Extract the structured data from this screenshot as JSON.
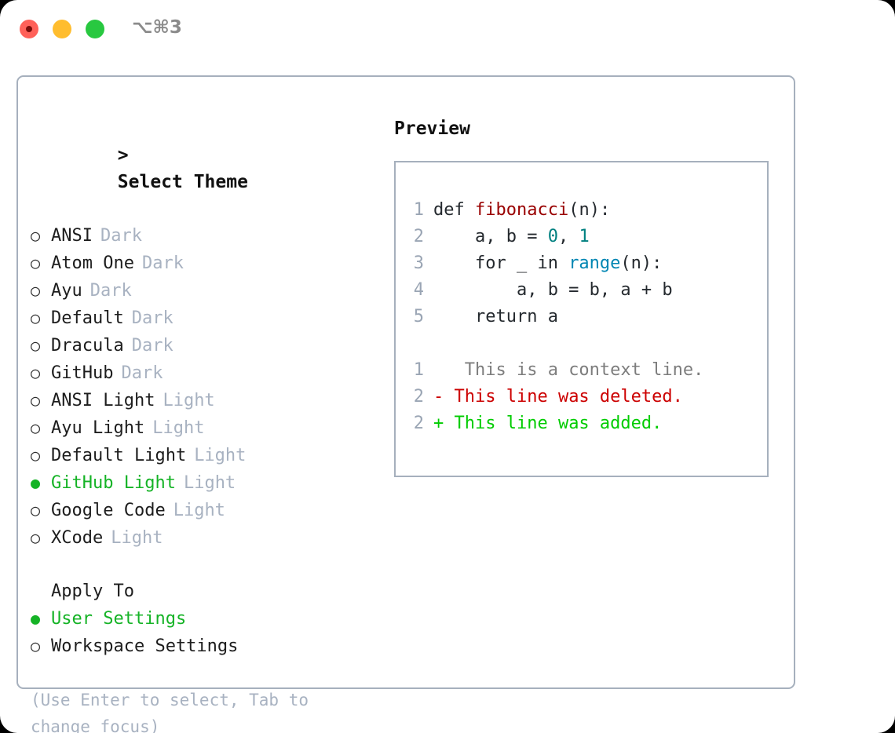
{
  "titlebar": {
    "shortcut": "⌥⌘3",
    "buttons": [
      {
        "name": "close",
        "color": "#ff6159"
      },
      {
        "name": "minimize",
        "color": "#ffbd2e"
      },
      {
        "name": "zoom",
        "color": "#28c840"
      }
    ]
  },
  "colors": {
    "accent_selected": "#15b326",
    "muted": "#a8b2c1",
    "border": "#a6b0bd",
    "text": "#1d1d1d",
    "diff_add": "#00cc00",
    "diff_del": "#cc0000",
    "diff_ctx": "#7d7d7d",
    "syntax_function": "#990000",
    "syntax_number": "#008080",
    "syntax_call": "#0086b3"
  },
  "theme_panel": {
    "header_prefix": ">",
    "header": "Select Theme",
    "bullet_selected": "●",
    "bullet_unselected": "○",
    "items": [
      {
        "label": "ANSI",
        "kind": "Dark",
        "selected": false
      },
      {
        "label": "Atom One",
        "kind": "Dark",
        "selected": false
      },
      {
        "label": "Ayu",
        "kind": "Dark",
        "selected": false
      },
      {
        "label": "Default",
        "kind": "Dark",
        "selected": false
      },
      {
        "label": "Dracula",
        "kind": "Dark",
        "selected": false
      },
      {
        "label": "GitHub",
        "kind": "Dark",
        "selected": false
      },
      {
        "label": "ANSI Light",
        "kind": "Light",
        "selected": false
      },
      {
        "label": "Ayu Light",
        "kind": "Light",
        "selected": false
      },
      {
        "label": "Default Light",
        "kind": "Light",
        "selected": false
      },
      {
        "label": "GitHub Light",
        "kind": "Light",
        "selected": true
      },
      {
        "label": "Google Code",
        "kind": "Light",
        "selected": false
      },
      {
        "label": "XCode",
        "kind": "Light",
        "selected": false
      }
    ]
  },
  "apply_to": {
    "header": "Apply To",
    "items": [
      {
        "label": "User Settings",
        "selected": true
      },
      {
        "label": "Workspace Settings",
        "selected": false
      }
    ]
  },
  "hint": "(Use Enter to select, Tab to change focus)",
  "preview": {
    "title": "Preview",
    "code_lines": [
      {
        "number": "1",
        "tokens": [
          {
            "text": "def ",
            "type": "plain"
          },
          {
            "text": "fibonacci",
            "type": "func"
          },
          {
            "text": "(n):",
            "type": "plain"
          }
        ]
      },
      {
        "number": "2",
        "tokens": [
          {
            "text": "    a, b = ",
            "type": "plain"
          },
          {
            "text": "0",
            "type": "num"
          },
          {
            "text": ", ",
            "type": "plain"
          },
          {
            "text": "1",
            "type": "num"
          }
        ]
      },
      {
        "number": "3",
        "tokens": [
          {
            "text": "    for _ in ",
            "type": "plain"
          },
          {
            "text": "range",
            "type": "call"
          },
          {
            "text": "(n):",
            "type": "plain"
          }
        ]
      },
      {
        "number": "4",
        "tokens": [
          {
            "text": "        a, b = b, a + b",
            "type": "plain"
          }
        ]
      },
      {
        "number": "5",
        "tokens": [
          {
            "text": "    return a",
            "type": "plain"
          }
        ]
      }
    ],
    "diff_lines": [
      {
        "number": "1",
        "marker": " ",
        "text": "  This is a context line.",
        "type": "ctx"
      },
      {
        "number": "2",
        "marker": "-",
        "text": " This line was deleted.",
        "type": "del"
      },
      {
        "number": "2",
        "marker": "+",
        "text": " This line was added.",
        "type": "add"
      }
    ]
  }
}
